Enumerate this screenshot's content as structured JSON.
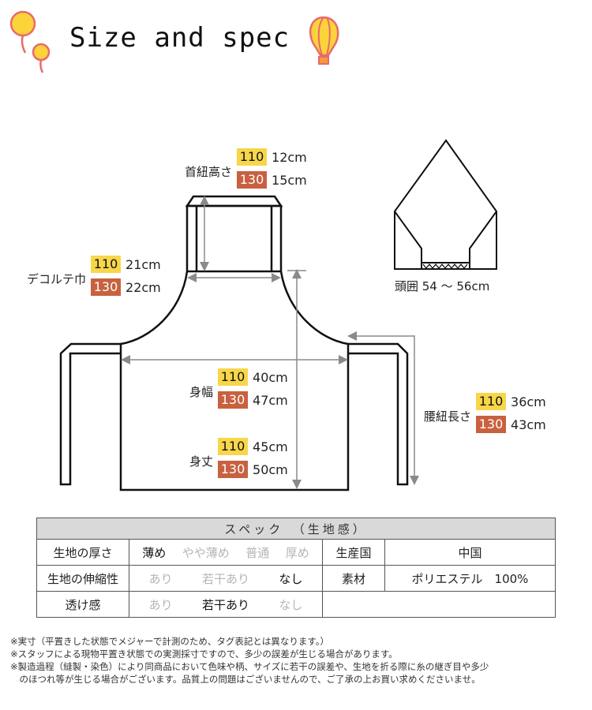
{
  "header": {
    "title": "Size and spec",
    "icons": [
      "balloon-icon",
      "small-balloon-icon",
      "hot-air-balloon-icon"
    ]
  },
  "colors": {
    "size110": "#f8d64a",
    "size130": "#c8613f",
    "line": "#111111",
    "arrow": "#8a8a8a",
    "table_header": "#d9d9d9"
  },
  "measurements": {
    "neck_strap_height": {
      "label": "首紐高さ",
      "s110": "110",
      "v110": "12cm",
      "s130": "130",
      "v130": "15cm"
    },
    "decollete_width": {
      "label": "デコルテ巾",
      "s110": "110",
      "v110": "21cm",
      "s130": "130",
      "v130": "22cm"
    },
    "body_width": {
      "label": "身幅",
      "s110": "110",
      "v110": "40cm",
      "s130": "130",
      "v130": "47cm"
    },
    "body_length": {
      "label": "身丈",
      "s110": "110",
      "v110": "45cm",
      "s130": "130",
      "v130": "50cm"
    },
    "waist_strap_length": {
      "label": "腰紐長さ",
      "s110": "110",
      "v110": "36cm",
      "s130": "130",
      "v130": "43cm"
    },
    "head_circumference": {
      "label": "頭囲 54 ～ 56cm"
    }
  },
  "spec_table": {
    "title": "スペック　（生地感）",
    "rows": [
      {
        "label": "生地の厚さ",
        "options": [
          {
            "text": "薄め",
            "selected": true
          },
          {
            "text": "やや薄め",
            "selected": false
          },
          {
            "text": "普通",
            "selected": false
          },
          {
            "text": "厚め",
            "selected": false
          }
        ],
        "right_label": "生産国",
        "right_value": "中国"
      },
      {
        "label": "生地の伸縮性",
        "options": [
          {
            "text": "あり",
            "selected": false
          },
          {
            "text": "若干あり",
            "selected": false
          },
          {
            "text": "なし",
            "selected": true
          }
        ],
        "right_label": "素材",
        "right_value": "ポリエステル　100%"
      },
      {
        "label": "透け感",
        "options": [
          {
            "text": "あり",
            "selected": false
          },
          {
            "text": "若干あり",
            "selected": true
          },
          {
            "text": "なし",
            "selected": false
          }
        ],
        "right_label": "",
        "right_value": ""
      }
    ]
  },
  "notes": [
    "※実寸（平置きした状態でメジャーで計測のため、タグ表記とは異なります。）",
    "※スタッフによる現物平置き状態での実測採寸ですので、多少の誤差が生じる場合があります。",
    "※製造過程（縫製・染色）により同商品において色味や柄、サイズに若干の誤差や、生地を折る際に糸の継ぎ目や多少",
    "　のほつれ等が生じる場合がございます。品質上の問題はございませんので、ご了承の上お買い求めくださいませ。"
  ]
}
